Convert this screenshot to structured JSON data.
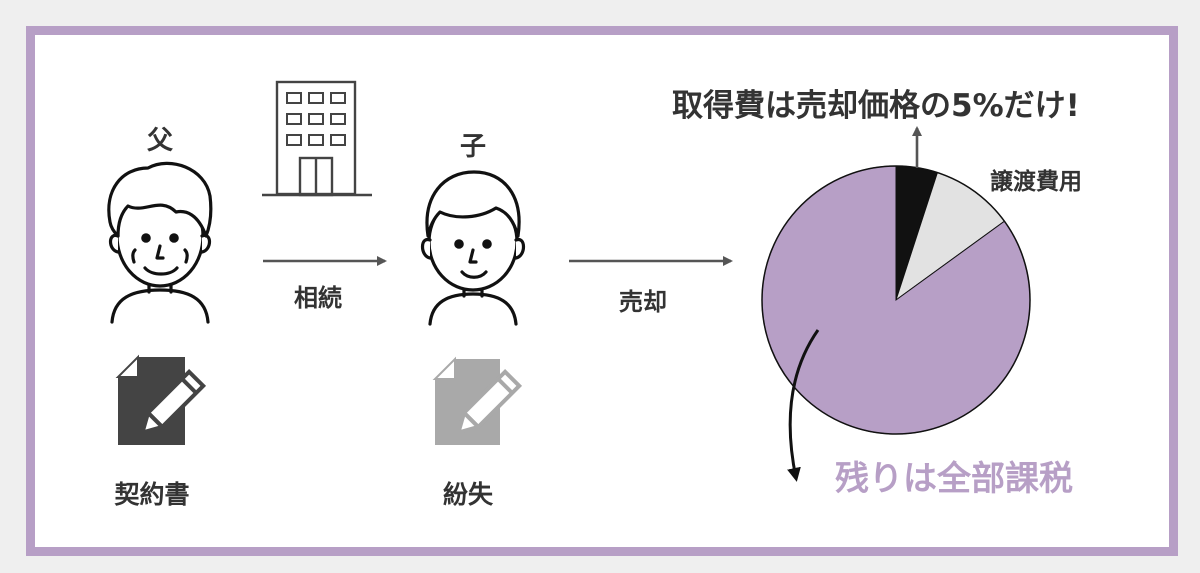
{
  "labels": {
    "father": "父",
    "child": "子",
    "inherit": "相続",
    "sale": "売却",
    "contract": "契約書",
    "lost": "紛失",
    "acquisition_note": "取得費は売却価格の5%だけ!",
    "transfer_cost": "譲渡費用",
    "rest_taxed": "残りは全部課税"
  },
  "icons": {
    "father": "father-face-icon",
    "child": "child-face-icon",
    "building": "building-icon",
    "contract_doc": "document-pen-icon",
    "lost_doc": "document-pen-icon"
  },
  "colors": {
    "frame": "#b79fc6",
    "taxed": "#b79fc6",
    "acquisition": "#111111",
    "transfer": "#e2e2e2",
    "text": "#333333",
    "lost_doc": "#a9a9a9"
  },
  "chart_data": {
    "type": "pie",
    "slices": [
      {
        "label": "取得費は売却価格の5%だけ!",
        "value": 5,
        "color": "#111111"
      },
      {
        "label": "譲渡費用",
        "value": 10,
        "color": "#e2e2e2"
      },
      {
        "label": "残りは全部課税",
        "value": 85,
        "color": "#b79fc6"
      }
    ]
  }
}
